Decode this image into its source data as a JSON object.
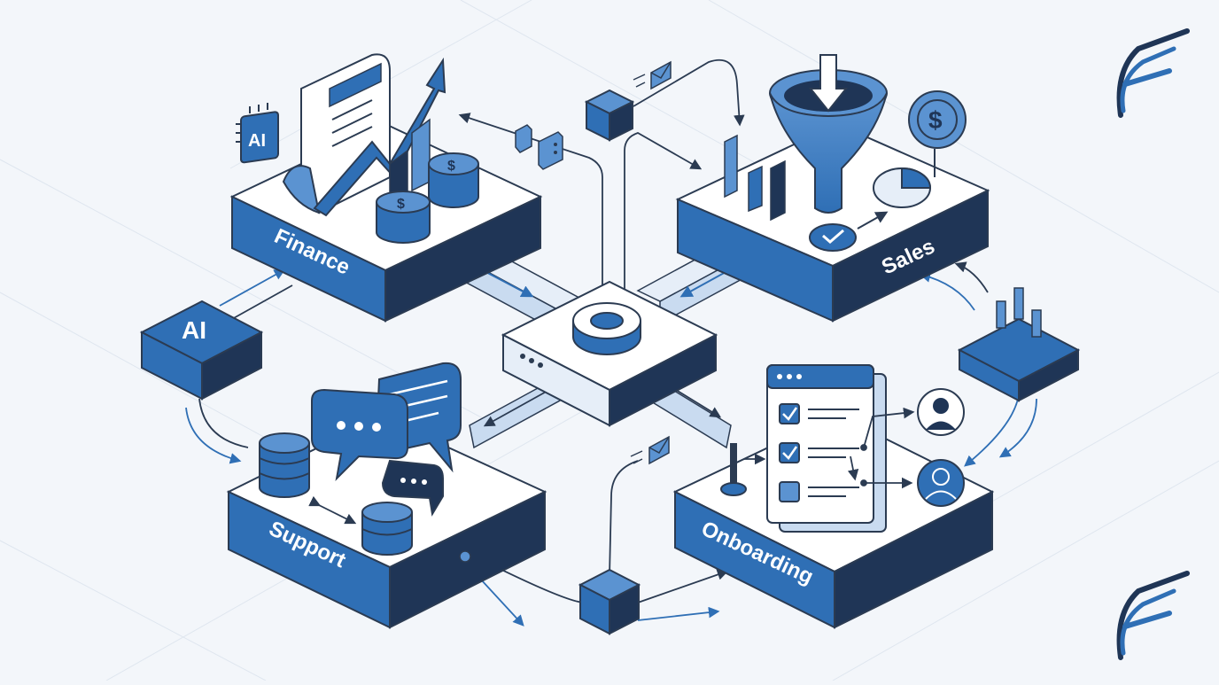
{
  "diagram": {
    "modules": {
      "finance": "Finance",
      "sales": "Sales",
      "support": "Support",
      "onboarding": "Onboarding"
    },
    "ai_chip_text": "AI",
    "ai_block_text": "AI",
    "currency_symbol": "$"
  },
  "colors": {
    "primary": "#2f6fb5",
    "primary_light": "#5b93d1",
    "navy": "#1f3556",
    "panel_top": "#ffffff",
    "background": "#f3f6fa",
    "line": "#2b3b52"
  },
  "icons": [
    "logo-f",
    "chip",
    "document",
    "trend-arrow",
    "coins",
    "funnel",
    "bar-chart",
    "pie-chart",
    "dollar-coin",
    "check-badge",
    "database",
    "chat-bubbles",
    "checklist-window",
    "user-avatar",
    "envelope",
    "cube",
    "ring-hub",
    "plug"
  ]
}
